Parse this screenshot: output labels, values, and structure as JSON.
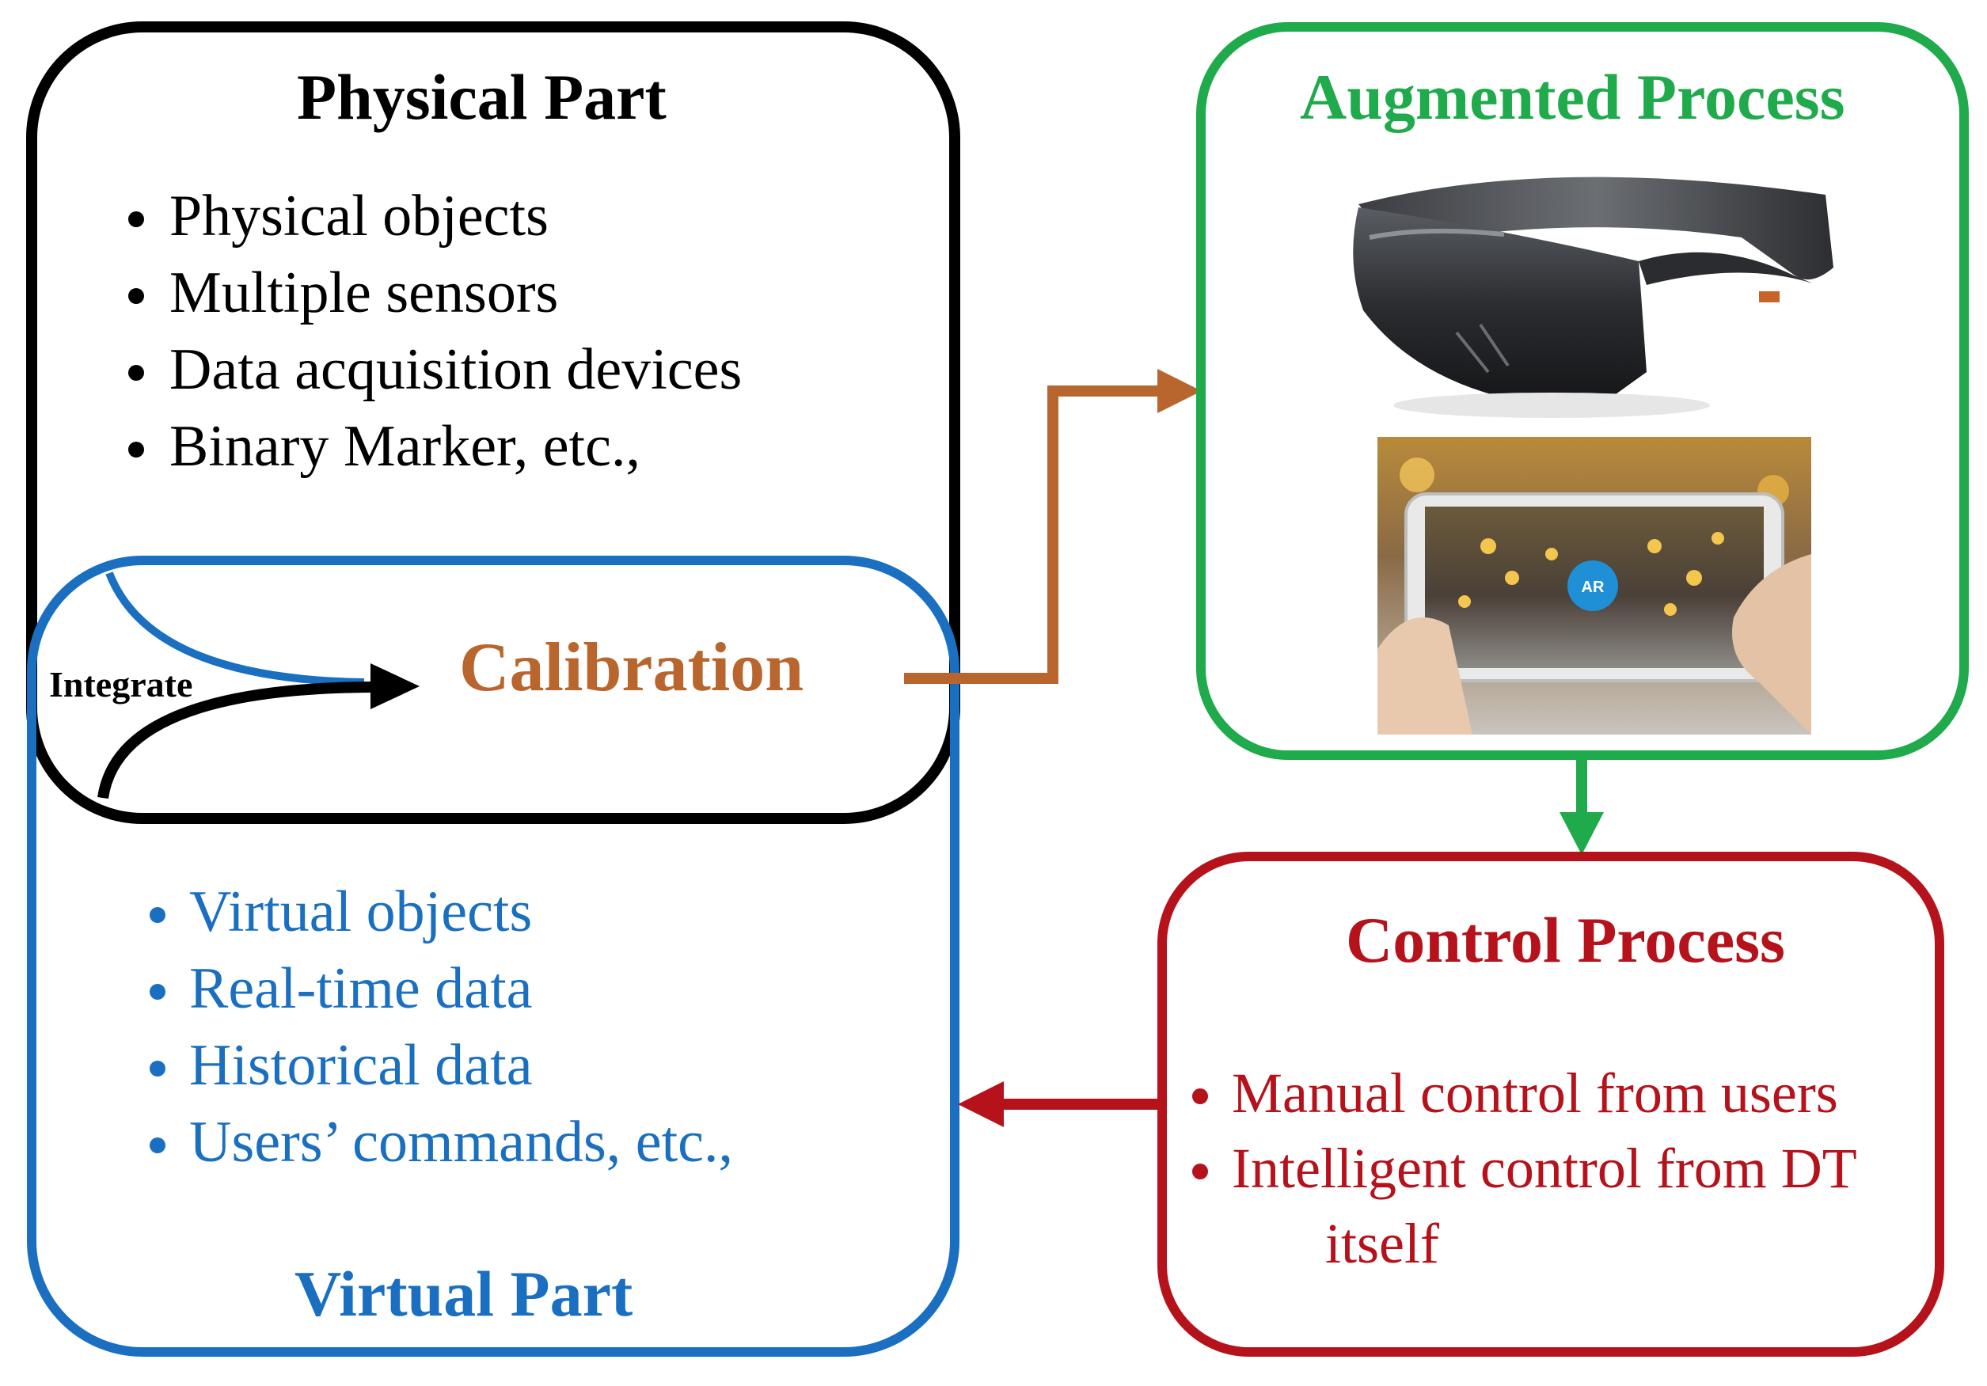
{
  "physical_part": {
    "title": "Physical Part",
    "items": [
      "Physical objects",
      "Multiple sensors",
      "Data acquisition devices",
      "Binary Marker, etc.,"
    ]
  },
  "virtual_part": {
    "title": "Virtual Part",
    "items": [
      "Virtual objects",
      "Real-time data",
      "Historical data",
      "Users’ commands, etc.,"
    ]
  },
  "calibration": {
    "label": "Calibration",
    "integrate_label": "Integrate"
  },
  "augmented_process": {
    "title": "Augmented Process",
    "images": [
      "mixed-reality-headset",
      "ar-smartphone-street-view"
    ],
    "ar_badge": "AR"
  },
  "control_process": {
    "title": "Control Process",
    "items": [
      "Manual control from users",
      "Intelligent control from DT",
      "itself"
    ]
  },
  "colors": {
    "physical": "#000000",
    "virtual": "#1a6fc0",
    "calibration": "#b8662e",
    "augmented": "#1faa4b",
    "control": "#b5121b"
  }
}
